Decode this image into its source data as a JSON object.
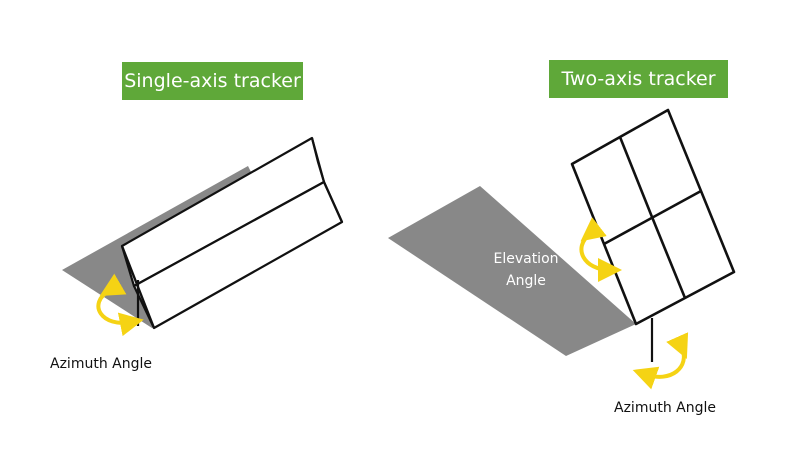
{
  "badges": {
    "single_axis": "Single-axis tracker",
    "two_axis": "Two-axis tracker"
  },
  "labels": {
    "azimuth_left": "Azimuth Angle",
    "azimuth_right": "Azimuth Angle",
    "elevation_line1": "Elevation",
    "elevation_line2": "Angle"
  },
  "colors": {
    "badge_green": "#5fa839",
    "shadow_gray": "#888888",
    "arrow_yellow": "#f5d314",
    "line": "#111111"
  },
  "icons": [
    "rotation-arrow-icon"
  ]
}
